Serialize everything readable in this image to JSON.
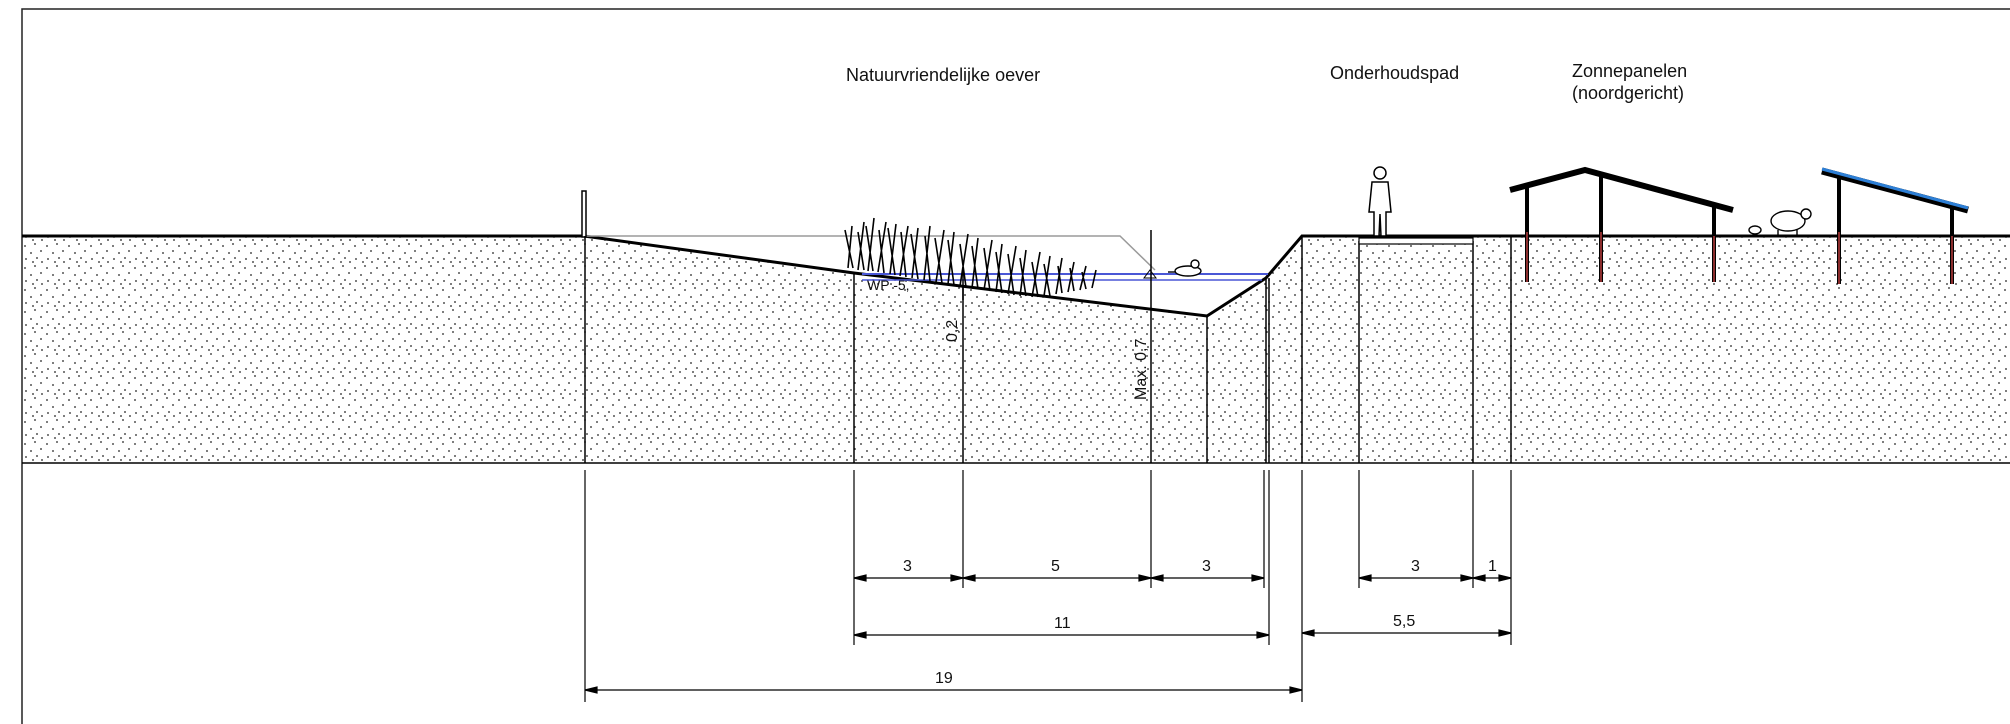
{
  "labels": {
    "bank_title": "Natuurvriendelijke oever",
    "path_title": "Onderhoudspad",
    "solar_title_line1": "Zonnepanelen",
    "solar_title_line2": "(noordgericht)",
    "water_level": "WP -5,",
    "depth_reed": "0,2",
    "depth_max": "Max. 0,7"
  },
  "dimensions": {
    "d1": "3",
    "d2": "5",
    "d3": "3",
    "d_total_bank": "11",
    "d_path": "3",
    "d_gap": "1",
    "d_path_total": "5,5",
    "d_overall": "19"
  },
  "colors": {
    "line": "#000000",
    "water": "#4a57d6",
    "panel": "#2d7fd6",
    "pole": "#8b2d2d",
    "ghost": "#9a9a9a"
  }
}
